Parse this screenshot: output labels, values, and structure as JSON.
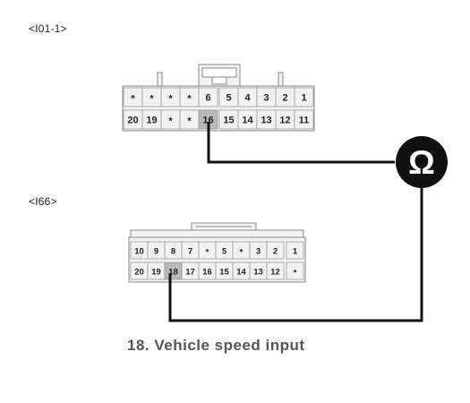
{
  "connectors": [
    {
      "id": "I01-1",
      "label": "<I01-1>",
      "rows": [
        [
          "*",
          "*",
          "*",
          "*",
          "6",
          "5",
          "4",
          "3",
          "2",
          "1"
        ],
        [
          "20",
          "19",
          "*",
          "*",
          "16",
          "15",
          "14",
          "13",
          "12",
          "11"
        ]
      ],
      "highlight": "16"
    },
    {
      "id": "I66",
      "label": "<I66>",
      "rows": [
        [
          "10",
          "9",
          "8",
          "7",
          "*",
          "5",
          "*",
          "3",
          "2",
          "1"
        ],
        [
          "20",
          "19",
          "18",
          "17",
          "16",
          "15",
          "14",
          "13",
          "12",
          "*"
        ]
      ],
      "highlight": "18"
    }
  ],
  "meter": {
    "symbol": "Ω",
    "icon": "ohmmeter-icon"
  },
  "caption": "18. Vehicle speed input",
  "colors": {
    "wire": "#111111",
    "highlight_pin": "#b9b9b9",
    "pin_fill": "#f2f2f2",
    "meter": "#111111"
  }
}
